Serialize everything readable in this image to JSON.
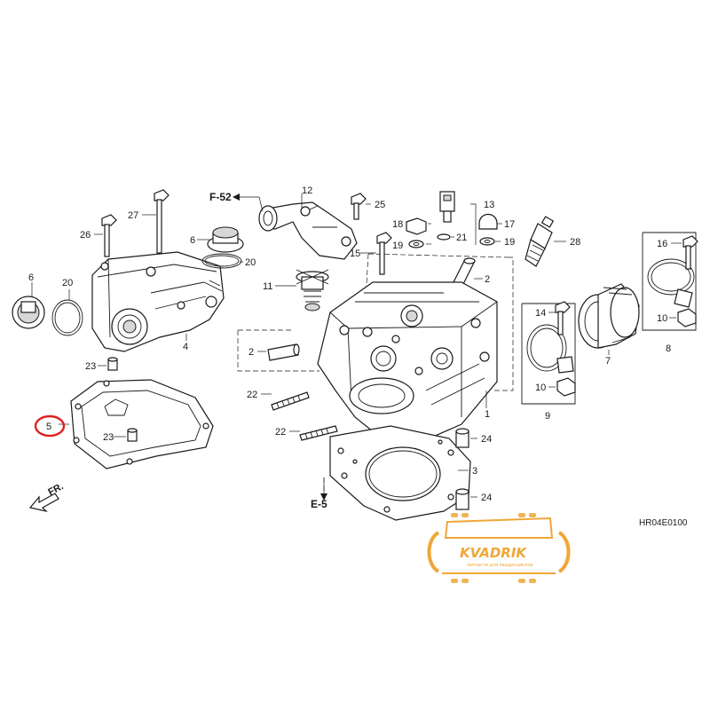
{
  "diagram_code": "HR04E0100",
  "front_label": "FR.",
  "refs": {
    "cooling": "F-52",
    "cylinder": "E-5"
  },
  "callouts": {
    "c1": "1",
    "c2a": "2",
    "c2b": "2",
    "c3": "3",
    "c4": "4",
    "c5": "5",
    "c6a": "6",
    "c6b": "6",
    "c7": "7",
    "c8": "8",
    "c9": "9",
    "c10a": "10",
    "c10b": "10",
    "c11": "11",
    "c12": "12",
    "c13": "13",
    "c14": "14",
    "c15": "15",
    "c16": "16",
    "c17": "17",
    "c18": "18",
    "c19a": "19",
    "c19b": "19",
    "c20a": "20",
    "c20b": "20",
    "c21": "21",
    "c22a": "22",
    "c22b": "22",
    "c23a": "23",
    "c23b": "23",
    "c24a": "24",
    "c24b": "24",
    "c25": "25",
    "c26": "26",
    "c27": "27",
    "c28": "28"
  },
  "highlight": {
    "part": "5",
    "color": "#e02020"
  },
  "watermark": {
    "text": "KVADRIK",
    "subtitle": "запчасти для квадроциклов",
    "color": "#f0a637"
  }
}
